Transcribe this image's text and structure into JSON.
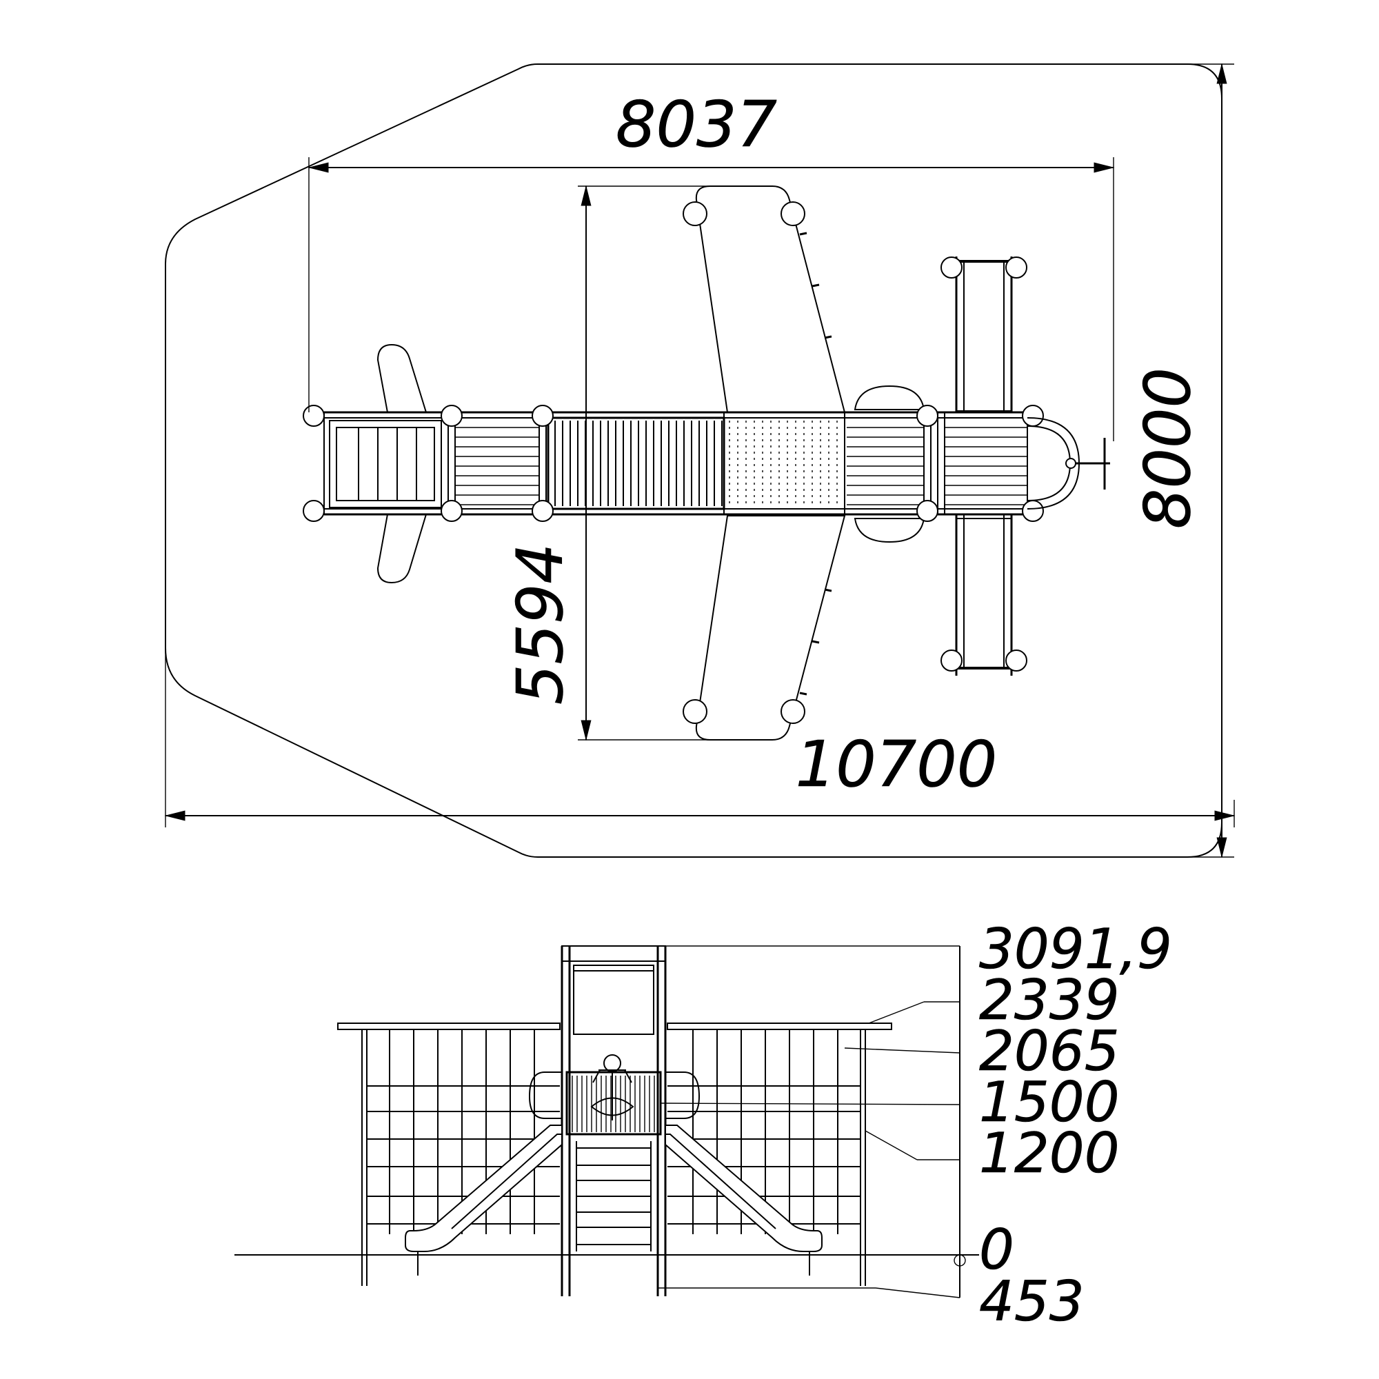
{
  "plan_view": {
    "dims": {
      "width_inner": "8037",
      "width_outer": "10700",
      "depth_outer": "8000",
      "wing_span": "5594"
    }
  },
  "elevation_view": {
    "levels": [
      "3091,9",
      "2339",
      "2065",
      "1500",
      "1200",
      "0",
      "453"
    ]
  }
}
